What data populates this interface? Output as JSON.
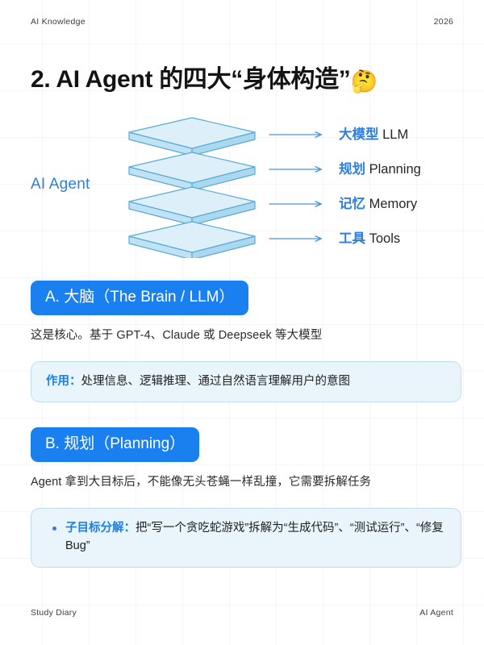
{
  "header": {
    "brand": "AI Knowledge",
    "year": "2026"
  },
  "title": {
    "text": "2. AI Agent 的四大“身体构造”",
    "emoji": "🤔"
  },
  "diagram": {
    "agent_label": "AI Agent",
    "arrow_icon": "arrow-right-icon",
    "layers": [
      {
        "cn": "大模型",
        "en": "LLM"
      },
      {
        "cn": "规划",
        "en": "Planning"
      },
      {
        "cn": "记忆",
        "en": "Memory"
      },
      {
        "cn": "工具",
        "en": "Tools"
      }
    ],
    "colors": {
      "slab_fill": "#ddf0fa",
      "slab_stroke": "#5aa9d8",
      "slab_side": "#bfe2f4",
      "arrow": "#4a95dd"
    }
  },
  "sections": [
    {
      "badge": "A. 大脑（The Brain / LLM）",
      "paragraph": "这是核心。基于 GPT-4、Claude 或 Deepseek 等大模型",
      "callout_label": "作用：",
      "callout_text": "处理信息、逻辑推理、通过自然语言理解用户的意图"
    },
    {
      "badge": "B. 规划（Planning）",
      "paragraph": "Agent 拿到大目标后，不能像无头苍蝇一样乱撞，它需要拆解任务",
      "callout_label": "子目标分解：",
      "callout_text": "把“写一个贪吃蛇游戏”拆解为“生成代码”、“测试运行”、“修复Bug”"
    }
  ],
  "footer": {
    "left": "Study Diary",
    "right": "AI Agent"
  },
  "colors": {
    "accent": "#1a80f0",
    "accent_soft": "#2a7fe0",
    "callout_bg": "#e9f4fb",
    "callout_border": "#bfdff0"
  }
}
